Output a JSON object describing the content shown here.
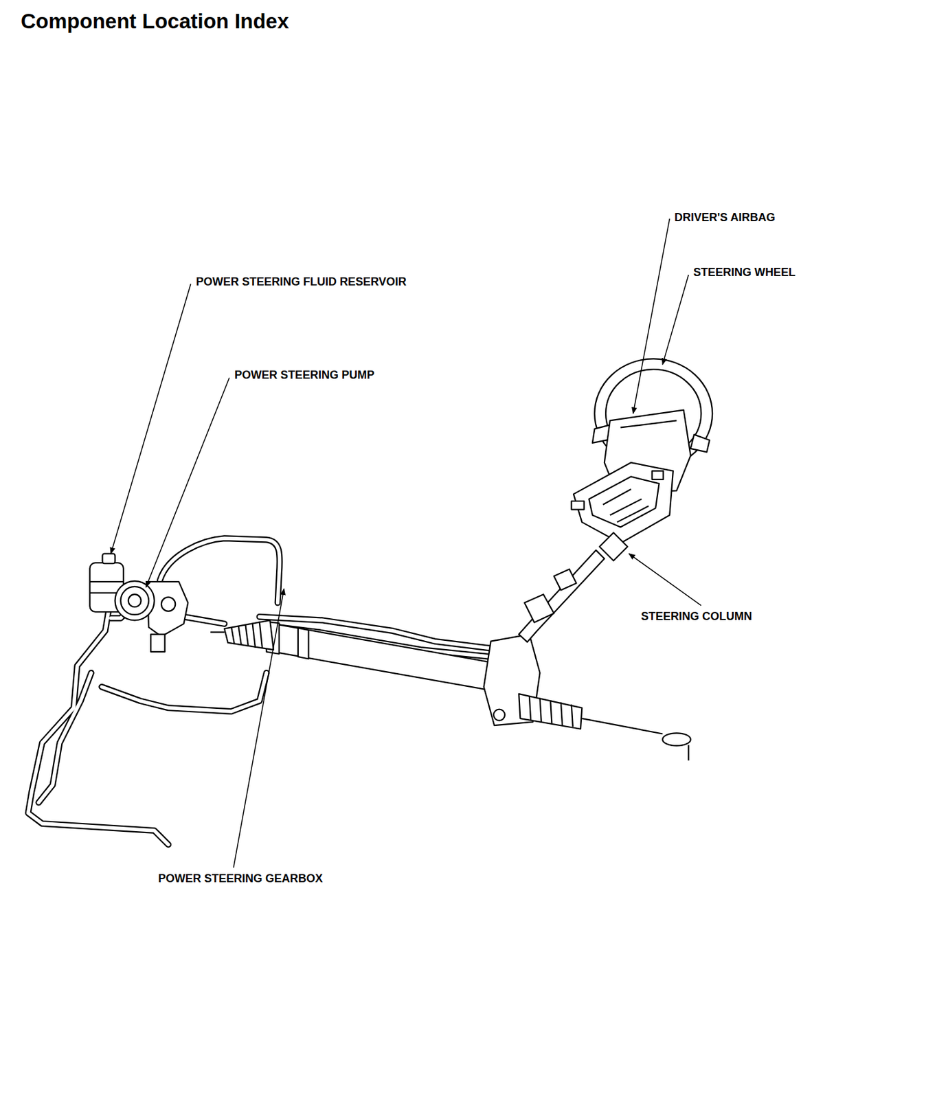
{
  "diagram": {
    "title": "Component Location Index",
    "labels": [
      "DRIVER'S AIRBAG",
      "STEERING WHEEL",
      "POWER STEERING FLUID RESERVOIR",
      "POWER STEERING PUMP",
      "STEERING COLUMN",
      "POWER STEERING GEARBOX"
    ]
  }
}
